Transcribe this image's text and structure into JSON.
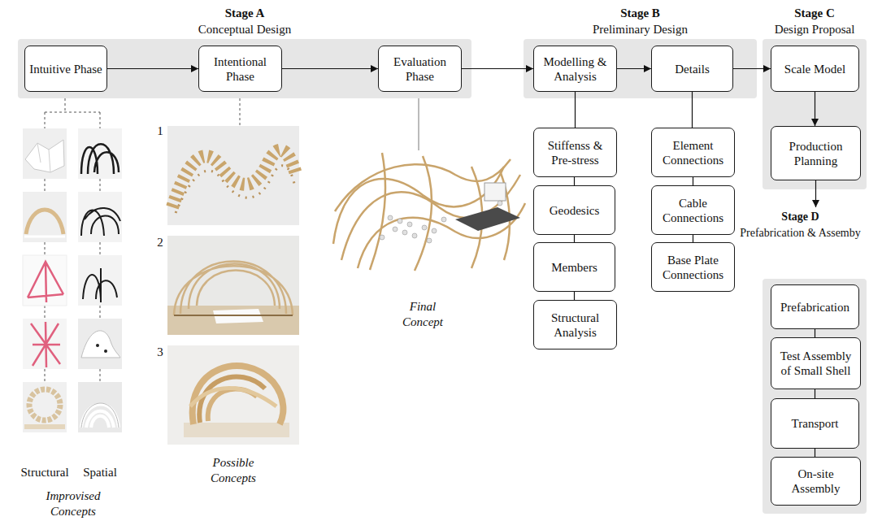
{
  "diagram": {
    "nodes": [
      {
        "text": [
          "Stage A",
          "Conceptual Design"
        ]
      },
      {
        "text": [
          "Intuitive Phase"
        ],
        "in": 0
      },
      {
        "text": [
          "Intentional Phase"
        ],
        "in": 0
      },
      {
        "text": [
          "Evaluation Phase"
        ],
        "in": 0
      },
      {
        "text": [
          "Stage B",
          "Preliminary Design"
        ]
      },
      {
        "text": [
          "Modelling & Analysis"
        ],
        "in": 4
      },
      {
        "text": [
          "Details"
        ],
        "in": 4
      },
      {
        "text": [
          "Stage C",
          "Design Proposal"
        ]
      },
      {
        "text": [
          "Scale Model"
        ],
        "in": 7
      },
      {
        "text": [
          "Production Planning"
        ],
        "in": 7
      },
      {
        "text": [
          "Stiffenss & Pre-stress"
        ]
      },
      {
        "text": [
          "Geodesics"
        ]
      },
      {
        "text": [
          "Members"
        ]
      },
      {
        "text": [
          "Structural Analysis"
        ]
      },
      {
        "text": [
          "Element Connections"
        ]
      },
      {
        "text": [
          "Cable Connections"
        ]
      },
      {
        "text": [
          "Base Plate Connections"
        ]
      },
      {
        "text": [
          "Stage D",
          "Prefabrication & Assemby"
        ]
      },
      {
        "text": [
          "Prefabrication"
        ],
        "in": 17
      },
      {
        "text": [
          "Test Assembly of Small Shell"
        ],
        "in": 17
      },
      {
        "text": [
          "Transport"
        ],
        "in": 17
      },
      {
        "text": [
          "On-site Assembly"
        ],
        "in": 17
      }
    ],
    "edges": [
      {
        "from": 1,
        "to": 2,
        "arrow": "to"
      },
      {
        "from": 2,
        "to": 3,
        "arrow": "to"
      },
      {
        "from": 3,
        "to": 5,
        "arrow": "to"
      },
      {
        "from": 5,
        "to": 6,
        "arrow": "to"
      },
      {
        "from": 6,
        "to": 8,
        "arrow": "to"
      },
      {
        "from": 8,
        "to": 9,
        "arrow": "to"
      },
      {
        "from": 9,
        "to": 17,
        "arrow": "to"
      },
      {
        "from": 5,
        "to": 10,
        "arrow": "none"
      },
      {
        "from": 10,
        "to": 11,
        "arrow": "none"
      },
      {
        "from": 11,
        "to": 12,
        "arrow": "none"
      },
      {
        "from": 12,
        "to": 13,
        "arrow": "none"
      },
      {
        "from": 6,
        "to": 14,
        "arrow": "none"
      },
      {
        "from": 14,
        "to": 15,
        "arrow": "none"
      },
      {
        "from": 15,
        "to": 16,
        "arrow": "none"
      },
      {
        "from": 18,
        "to": 19,
        "arrow": "none"
      },
      {
        "from": 19,
        "to": 20,
        "arrow": "none"
      },
      {
        "from": 20,
        "to": 21,
        "arrow": "none"
      }
    ],
    "labels": [
      "1",
      "2",
      "3",
      "Final Concept",
      "Possible Concepts",
      "Structural",
      "Spatial",
      "Improvised Concepts"
    ]
  }
}
